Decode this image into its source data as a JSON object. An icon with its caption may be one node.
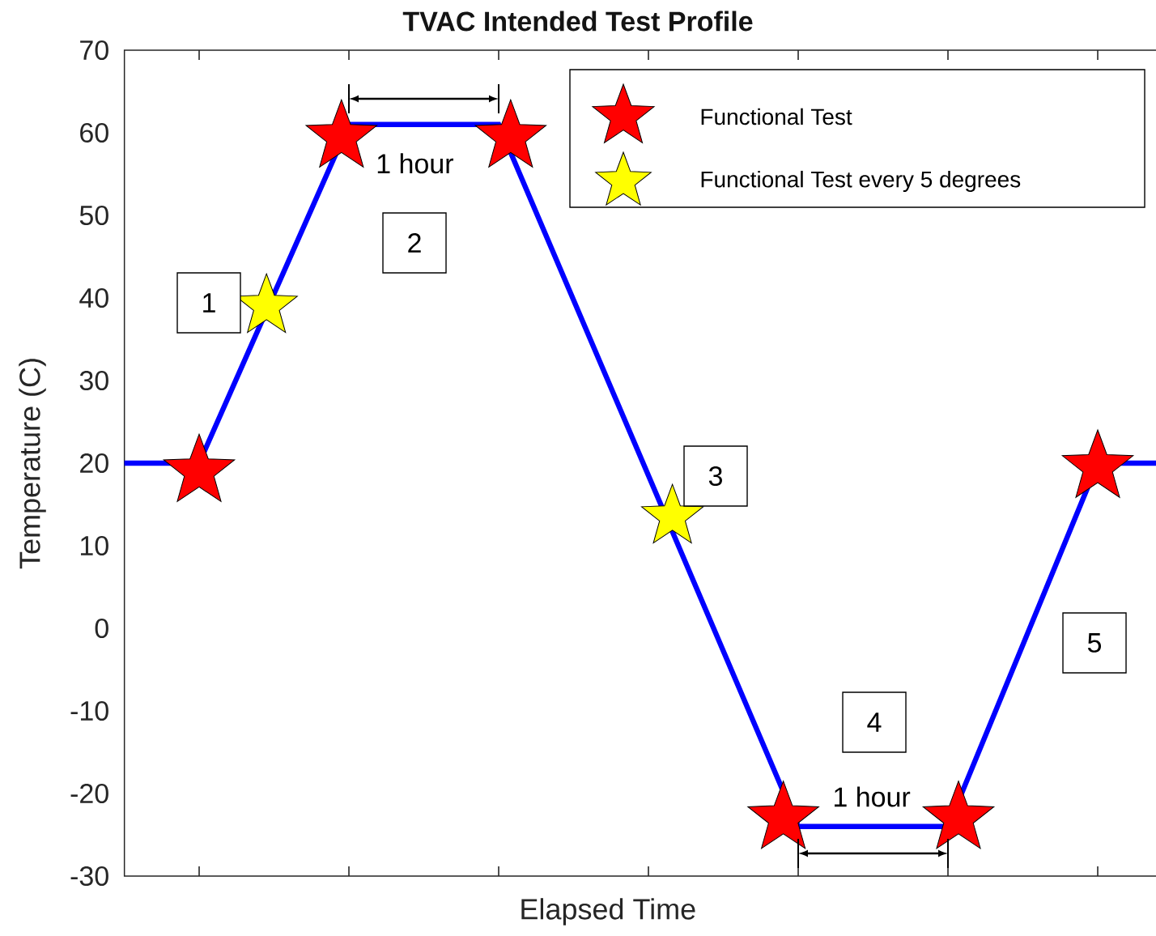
{
  "diagram": {
    "title": "TVAC Intended Test Profile",
    "nodes": [
      {
        "text": [
          "1"
        ]
      },
      {
        "text": [
          "2"
        ]
      },
      {
        "text": [
          "3"
        ]
      },
      {
        "text": [
          "4"
        ]
      },
      {
        "text": [
          "5"
        ]
      }
    ],
    "labels": [
      "70",
      "60",
      "50",
      "40",
      "30",
      "20",
      "10",
      "0",
      "-10",
      "-20",
      "-30",
      "Temperature (C)",
      "Elapsed Time",
      "1 hour",
      "1 hour"
    ],
    "legend": [
      {
        "text": "Functional Test"
      },
      {
        "text": "Functional Test every 5 degrees"
      }
    ]
  }
}
